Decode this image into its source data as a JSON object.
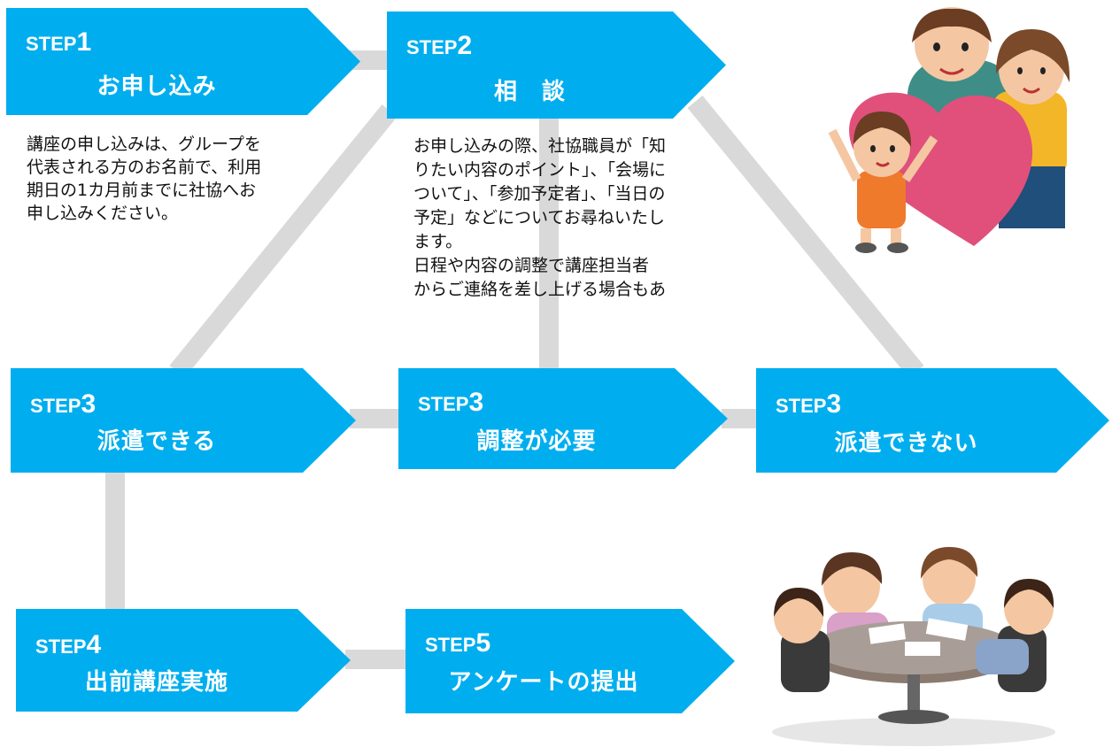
{
  "steps": [
    {
      "label": "STEP",
      "num": "1",
      "title": "お申し込み"
    },
    {
      "label": "STEP",
      "num": "2",
      "title": "相　談"
    },
    {
      "label": "STEP",
      "num": "3",
      "title": "派遣できる"
    },
    {
      "label": "STEP",
      "num": "3",
      "title": "調整が必要"
    },
    {
      "label": "STEP",
      "num": "3",
      "title": "派遣できない"
    },
    {
      "label": "STEP",
      "num": "4",
      "title": "出前講座実施"
    },
    {
      "label": "STEP",
      "num": "5",
      "title": "アンケートの提出"
    }
  ],
  "descriptions": {
    "step1": [
      "講座の申し込みは、グループを",
      "代表される方のお名前で、利用",
      "期日の1カ月前までに社協へお",
      "申し込みください。"
    ],
    "step2": [
      "お申し込みの際、社協職員が「知",
      "りたい内容のポイント」、「会場に",
      "ついて」、「参加予定者」、「当日の",
      "予定」などについてお尋ねいたし",
      "ます。",
      "日程や内容の調整で講座担当者",
      "からご連絡を差し上げる場合もあ"
    ]
  },
  "colors": {
    "step_box": "#00aeef",
    "connector": "#d9d9d9",
    "text": "#111111"
  },
  "illustrations": {
    "top_right": "family-heart-illustration",
    "bottom_right": "meeting-table-illustration"
  }
}
